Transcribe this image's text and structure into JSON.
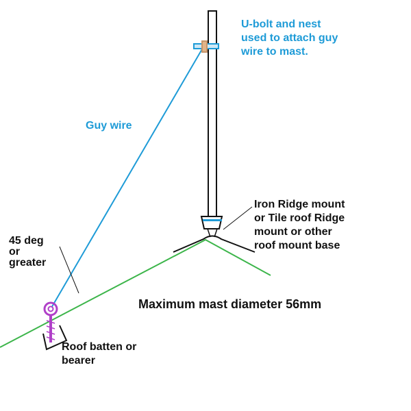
{
  "colors": {
    "guy_wire": "#1e9bd7",
    "roof": "#3cb54a",
    "structure": "#111111",
    "ubolt_nest": "#c8956a",
    "eye_bolt": "#b040c8",
    "text_blue": "#1e9bd7",
    "text_black": "#111111"
  },
  "labels": {
    "ubolt": [
      "U-bolt and nest",
      "used to attach guy",
      "wire to mast."
    ],
    "guy_wire": [
      "Guy wire"
    ],
    "ridge_mount": [
      "Iron Ridge mount",
      "or Tile roof Ridge",
      "mount or other",
      "roof mount base"
    ],
    "angle": [
      "45 deg",
      "or",
      "greater"
    ],
    "max_diameter": [
      "Maximum mast diameter 56mm"
    ],
    "roof_batten": [
      "Roof batten or",
      "bearer"
    ]
  }
}
